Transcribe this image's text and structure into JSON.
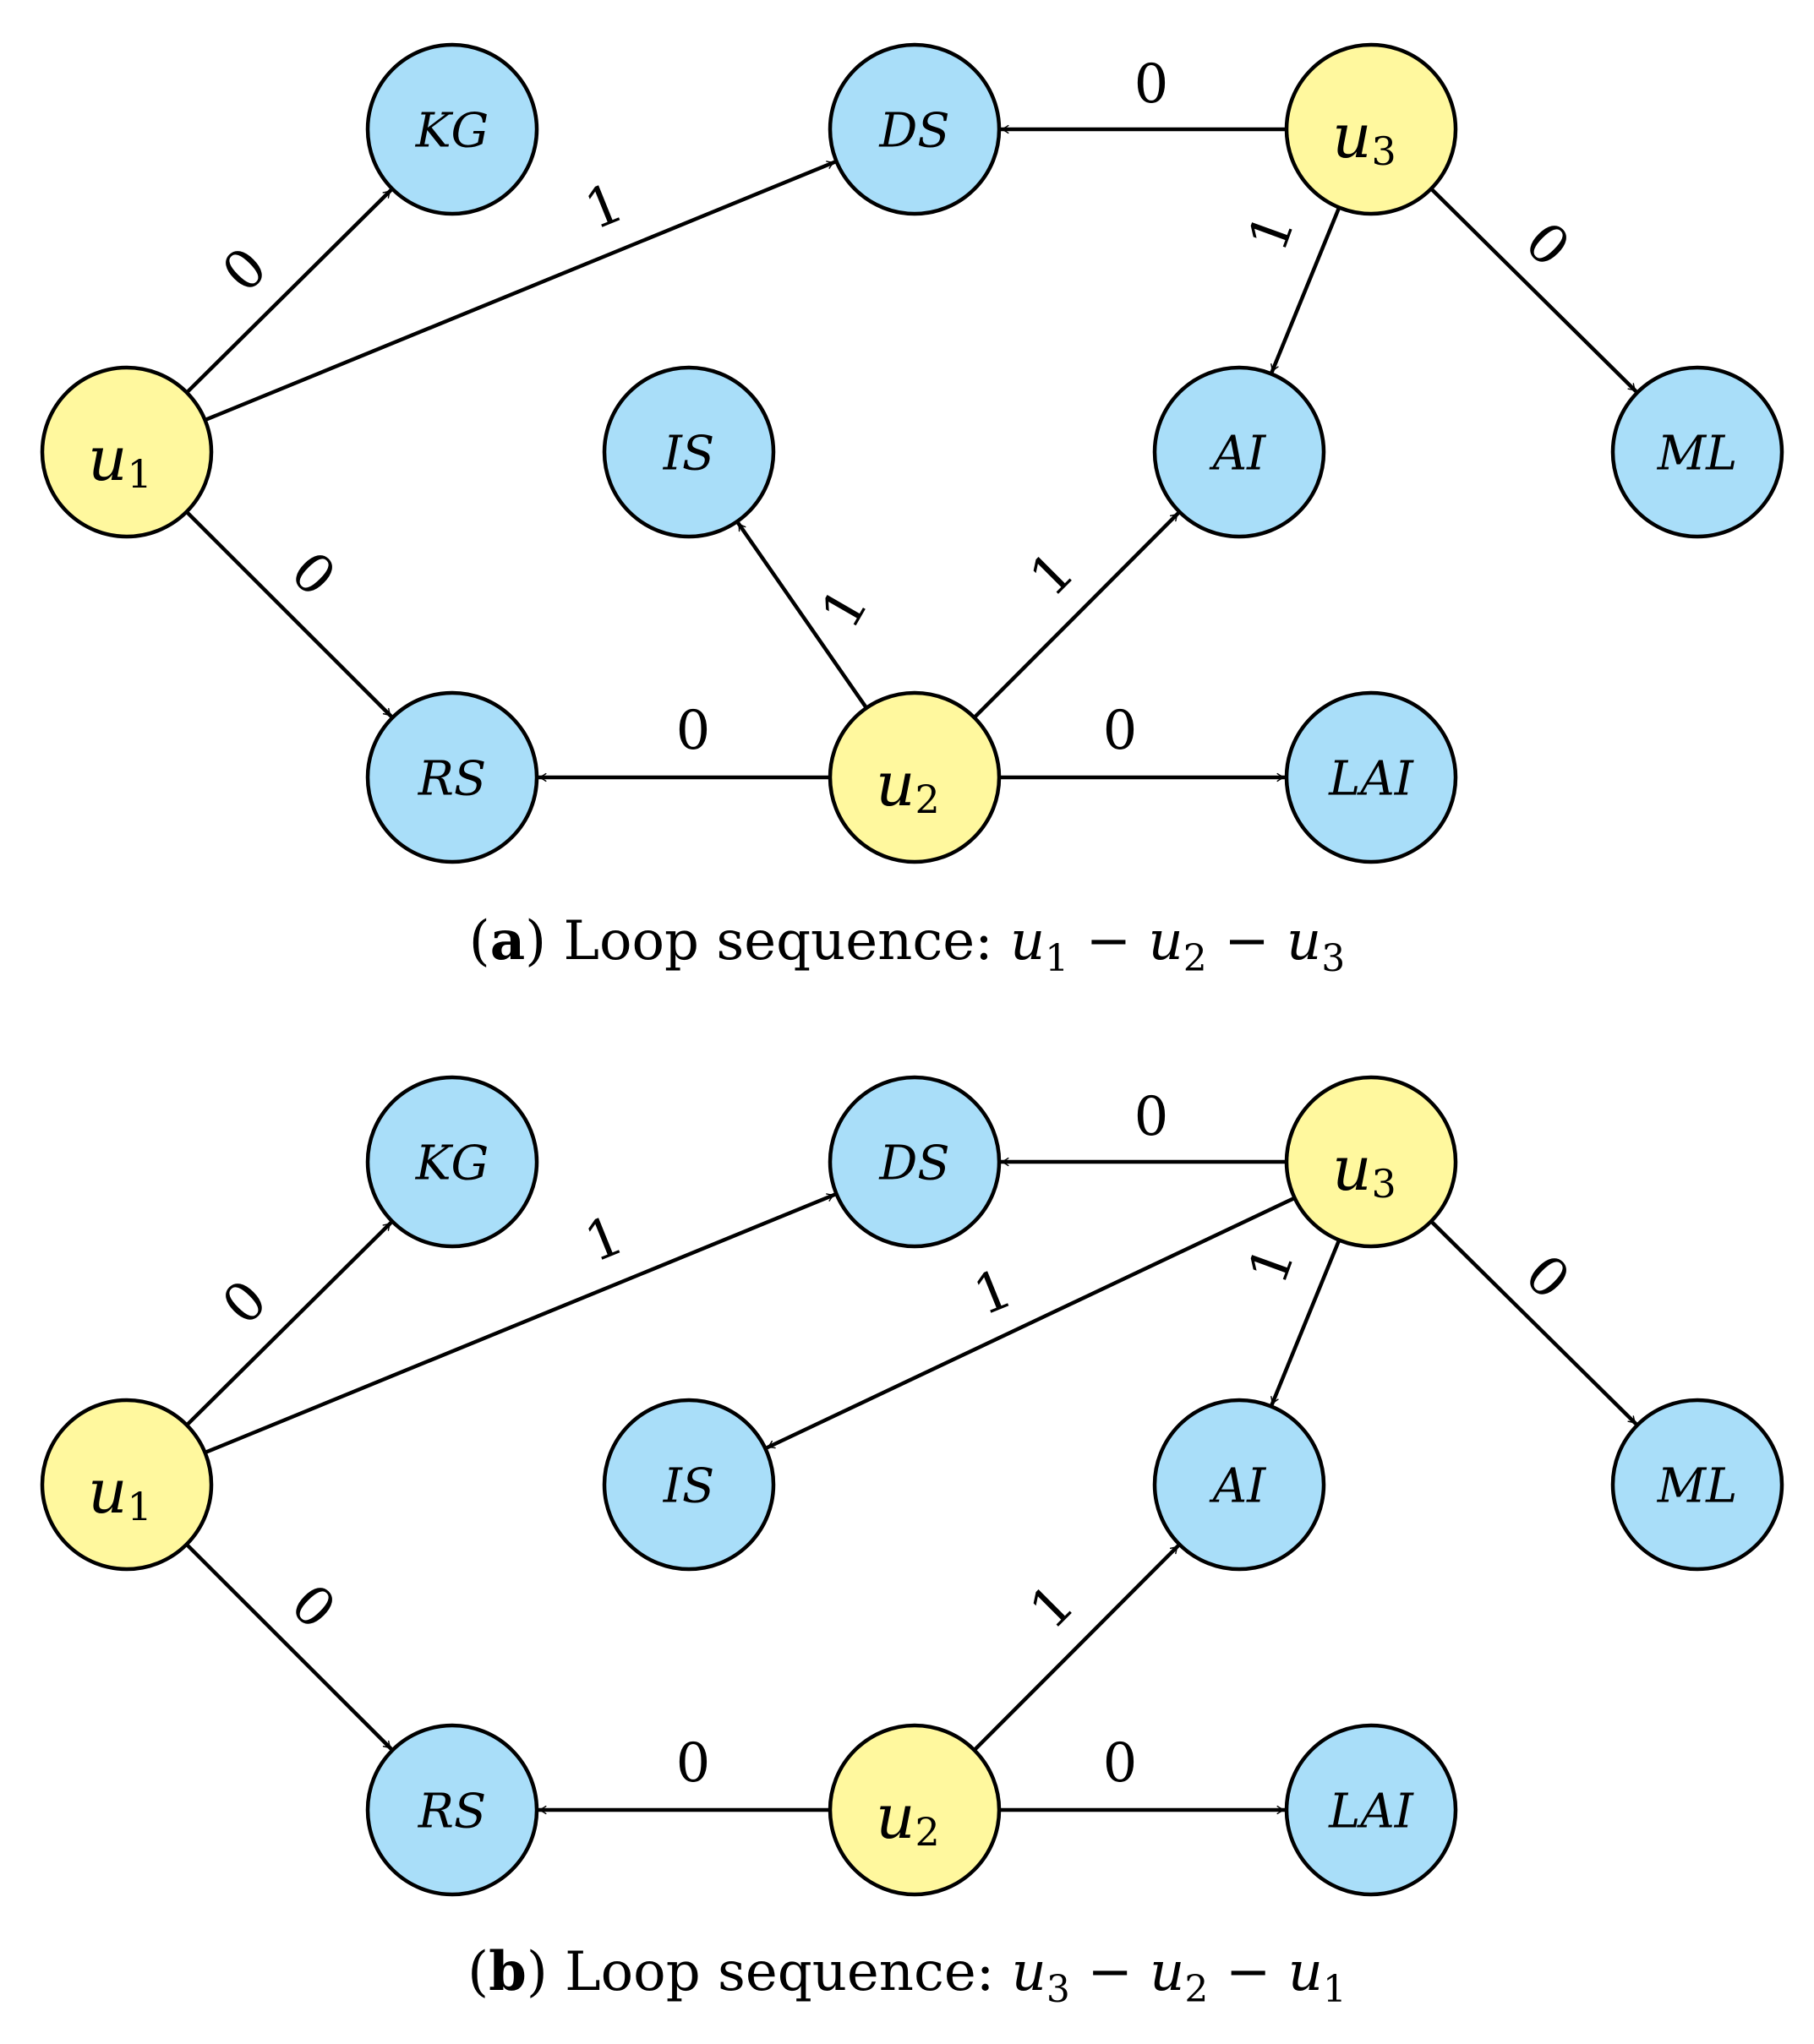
{
  "panels": [
    {
      "caption": {
        "open": "(",
        "letter": "a",
        "close": ")",
        "text": "Loop sequence:",
        "sequence": [
          {
            "base": "u",
            "sub": "1"
          },
          {
            "base": "u",
            "sub": "2"
          },
          {
            "base": "u",
            "sub": "3"
          }
        ],
        "separator": "−"
      },
      "nodes": [
        {
          "id": "u1",
          "kind": "user",
          "base": "u",
          "sub": "1"
        },
        {
          "id": "u2",
          "kind": "user",
          "base": "u",
          "sub": "2"
        },
        {
          "id": "u3",
          "kind": "user",
          "base": "u",
          "sub": "3"
        },
        {
          "id": "KG",
          "kind": "topic",
          "label": "KG"
        },
        {
          "id": "DS",
          "kind": "topic",
          "label": "DS"
        },
        {
          "id": "IS",
          "kind": "topic",
          "label": "IS"
        },
        {
          "id": "AI",
          "kind": "topic",
          "label": "AI"
        },
        {
          "id": "ML",
          "kind": "topic",
          "label": "ML"
        },
        {
          "id": "RS",
          "kind": "topic",
          "label": "RS"
        },
        {
          "id": "LAI",
          "kind": "topic",
          "label": "LAI"
        }
      ],
      "edges": [
        {
          "from": "u1",
          "to": "KG",
          "label": "0"
        },
        {
          "from": "u1",
          "to": "DS",
          "label": "1"
        },
        {
          "from": "u1",
          "to": "RS",
          "label": "0"
        },
        {
          "from": "u3",
          "to": "DS",
          "label": "0"
        },
        {
          "from": "u3",
          "to": "AI",
          "label": "1"
        },
        {
          "from": "u3",
          "to": "ML",
          "label": "0"
        },
        {
          "from": "u2",
          "to": "IS",
          "label": "1"
        },
        {
          "from": "u2",
          "to": "AI",
          "label": "1"
        },
        {
          "from": "u2",
          "to": "RS",
          "label": "0"
        },
        {
          "from": "u2",
          "to": "LAI",
          "label": "0"
        }
      ]
    },
    {
      "caption": {
        "open": "(",
        "letter": "b",
        "close": ")",
        "text": "Loop sequence:",
        "sequence": [
          {
            "base": "u",
            "sub": "3"
          },
          {
            "base": "u",
            "sub": "2"
          },
          {
            "base": "u",
            "sub": "1"
          }
        ],
        "separator": "−"
      },
      "nodes": [
        {
          "id": "u1",
          "kind": "user",
          "base": "u",
          "sub": "1"
        },
        {
          "id": "u2",
          "kind": "user",
          "base": "u",
          "sub": "2"
        },
        {
          "id": "u3",
          "kind": "user",
          "base": "u",
          "sub": "3"
        },
        {
          "id": "KG",
          "kind": "topic",
          "label": "KG"
        },
        {
          "id": "DS",
          "kind": "topic",
          "label": "DS"
        },
        {
          "id": "IS",
          "kind": "topic",
          "label": "IS"
        },
        {
          "id": "AI",
          "kind": "topic",
          "label": "AI"
        },
        {
          "id": "ML",
          "kind": "topic",
          "label": "ML"
        },
        {
          "id": "RS",
          "kind": "topic",
          "label": "RS"
        },
        {
          "id": "LAI",
          "kind": "topic",
          "label": "LAI"
        }
      ],
      "edges": [
        {
          "from": "u1",
          "to": "KG",
          "label": "0"
        },
        {
          "from": "u1",
          "to": "DS",
          "label": "1"
        },
        {
          "from": "u1",
          "to": "RS",
          "label": "0"
        },
        {
          "from": "u3",
          "to": "DS",
          "label": "0"
        },
        {
          "from": "u3",
          "to": "IS",
          "label": "1"
        },
        {
          "from": "u3",
          "to": "AI",
          "label": "1"
        },
        {
          "from": "u3",
          "to": "ML",
          "label": "0"
        },
        {
          "from": "u2",
          "to": "AI",
          "label": "1"
        },
        {
          "from": "u2",
          "to": "RS",
          "label": "0"
        },
        {
          "from": "u2",
          "to": "LAI",
          "label": "0"
        }
      ]
    }
  ],
  "colors": {
    "user": "#fff89e",
    "topic": "#a9def9",
    "stroke": "#000000"
  }
}
